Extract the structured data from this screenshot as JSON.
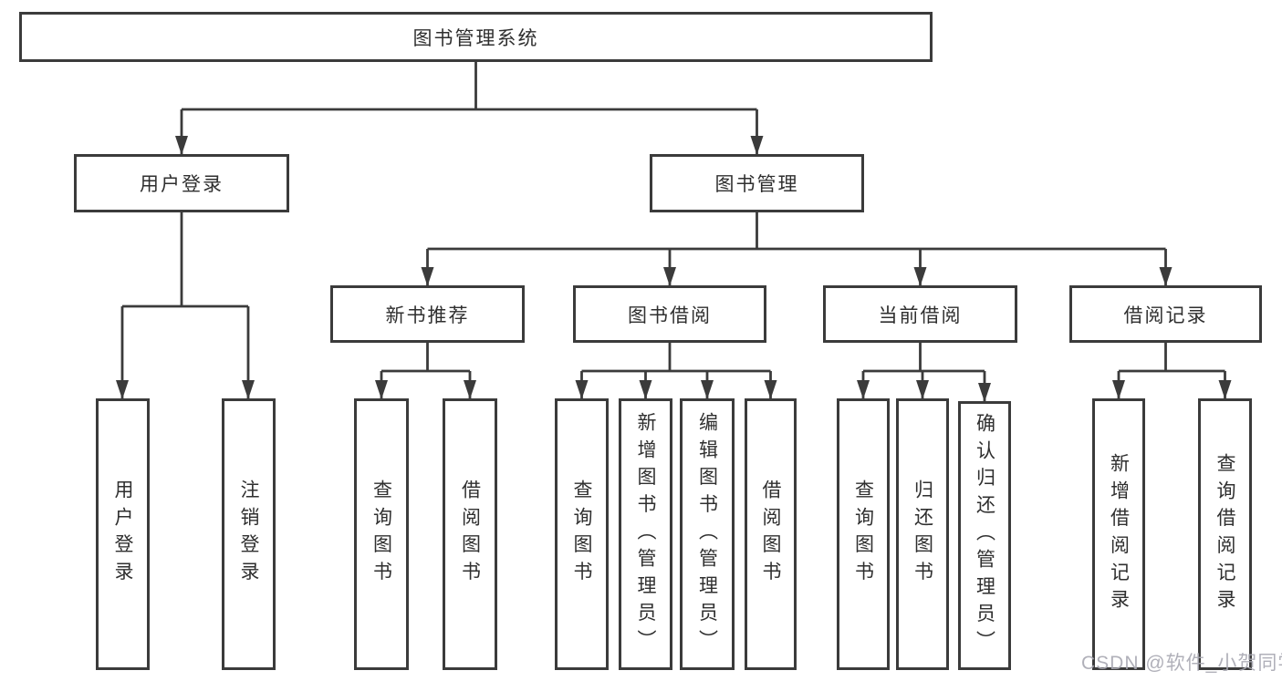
{
  "page": {
    "background": "#ffffff"
  },
  "colors": {
    "line": "#3b3b3b",
    "box_border": "#3b3b3b",
    "text": "#2f2f2f",
    "watermark": "#a8a8b2"
  },
  "watermark": {
    "text": "CSDN @软件_小贺同学"
  },
  "tree": {
    "label": "图书管理系统",
    "children": [
      {
        "label": "用户登录",
        "children": [
          {
            "label": "用户登录"
          },
          {
            "label": "注销登录"
          }
        ]
      },
      {
        "label": "图书管理",
        "children": [
          {
            "label": "新书推荐",
            "children": [
              {
                "label": "查询图书"
              },
              {
                "label": "借阅图书"
              }
            ]
          },
          {
            "label": "图书借阅",
            "children": [
              {
                "label": "查询图书"
              },
              {
                "label": "新增图书（管理员）"
              },
              {
                "label": "编辑图书（管理员）"
              },
              {
                "label": "借阅图书"
              }
            ]
          },
          {
            "label": "当前借阅",
            "children": [
              {
                "label": "查询图书"
              },
              {
                "label": "归还图书"
              },
              {
                "label": "确认归还（管理员）"
              }
            ]
          },
          {
            "label": "借阅记录",
            "children": [
              {
                "label": "新增借阅记录"
              },
              {
                "label": "查询借阅记录"
              }
            ]
          }
        ]
      }
    ]
  }
}
